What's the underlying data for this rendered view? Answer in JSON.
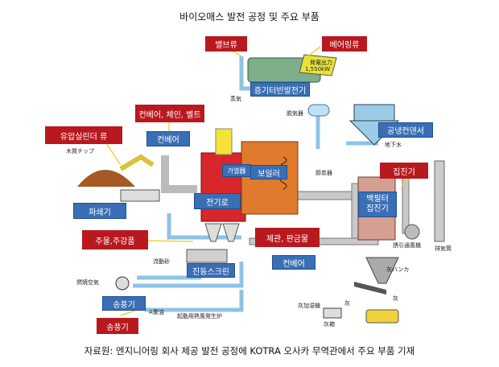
{
  "title": "바이오매스 발전 공정 및 주요 부품",
  "source": "자료원: 엔지니어링 회사 제공 발전 공정에 KOTRA 오사카 무역관에서 주요 부품 기재",
  "red_labels": {
    "valve": "밸브류",
    "bearing": "베어링류",
    "conveyor_chain_belt": "컨베어, 체인, 벨트",
    "hydraulic_cylinder": "유압실린더 류",
    "casting": "주물,주강품",
    "pipe_sheet": "제관, 판금물",
    "dust_collector": "집진기",
    "blower": "송풍기"
  },
  "blue_labels": {
    "steam_turbine": "증기터빈발전기",
    "cooling_condenser": "공냉컨덴서",
    "conveyor_top": "컨베어",
    "heater": "가열器",
    "boiler": "보일러",
    "crusher": "파쇄기",
    "furnace": "전기로",
    "bag_filter": "백필터\n집진기",
    "vibrating_screen": "진동스크린",
    "conveyor_bottom": "컨베어",
    "blower": "송풍기"
  },
  "small_labels": {
    "power_output_1": "発電出力",
    "power_output_2": "1,550kW",
    "steam": "蒸気",
    "deaerator": "脱気器",
    "groundwater": "地下水",
    "economizer": "節炭器",
    "wood_chip": "木質チップ",
    "fluid_sand": "流動砂",
    "combustion_air": "燃焼空気",
    "heavy_oil": "A重油",
    "startup_furnace": "起動用熱風発生炉",
    "induced_fan": "誘引通風機",
    "stack": "排気筒",
    "ash_bunker": "灰バンカ",
    "ash_humidifier": "灰加湿機",
    "ash": "灰",
    "ash_box": "灰箱",
    "ash2": "灰"
  }
}
